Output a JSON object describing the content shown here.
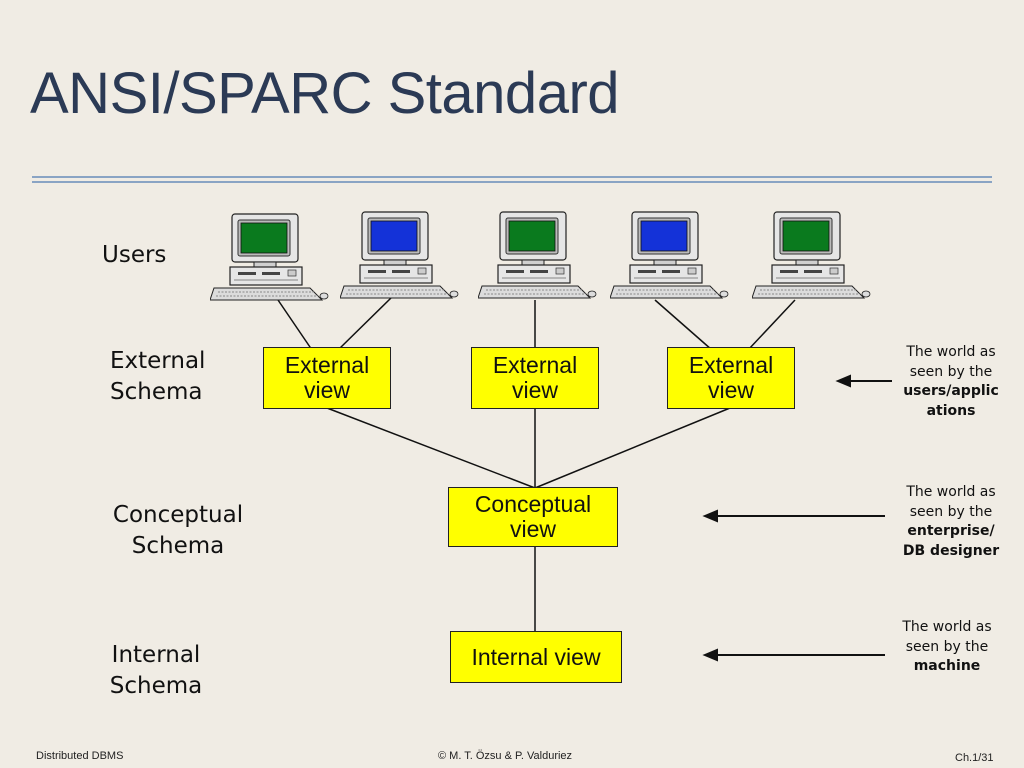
{
  "title": "ANSI/SPARC Standard",
  "levels": {
    "users": "Users",
    "external_schema": [
      "External",
      "Schema"
    ],
    "conceptual_schema": [
      "Conceptual",
      "Schema"
    ],
    "internal_schema": [
      "Internal",
      "Schema"
    ]
  },
  "views": {
    "external": [
      [
        "External",
        "view"
      ],
      [
        "External",
        "view"
      ],
      [
        "External",
        "view"
      ]
    ],
    "conceptual": [
      "Conceptual",
      "view"
    ],
    "internal": "Internal view"
  },
  "descriptions": [
    {
      "lines": [
        "The world as",
        "seen by the"
      ],
      "bold_lines": [
        "users/applic",
        "ations"
      ]
    },
    {
      "lines": [
        "The world as",
        "seen by the"
      ],
      "bold_lines": [
        "enterprise/",
        "DB designer"
      ]
    },
    {
      "lines": [
        "The world as",
        "seen by the"
      ],
      "bold_lines": [
        "machine"
      ]
    }
  ],
  "computers": [
    {
      "screen_color": "#0a7a1e",
      "icon": "desktop-computer-icon"
    },
    {
      "screen_color": "#1432d8",
      "icon": "desktop-computer-icon"
    },
    {
      "screen_color": "#0a7a1e",
      "icon": "desktop-computer-icon"
    },
    {
      "screen_color": "#1432d8",
      "icon": "desktop-computer-icon"
    },
    {
      "screen_color": "#0a7a1e",
      "icon": "desktop-computer-icon"
    }
  ],
  "footer": {
    "left": "Distributed DBMS",
    "center": "© M. T. Özsu & P. Valduriez",
    "right": "Ch.1/31"
  },
  "colors": {
    "view_box": "#ffff00",
    "title": "#2b3a55",
    "rule": "#8aa4c4"
  }
}
